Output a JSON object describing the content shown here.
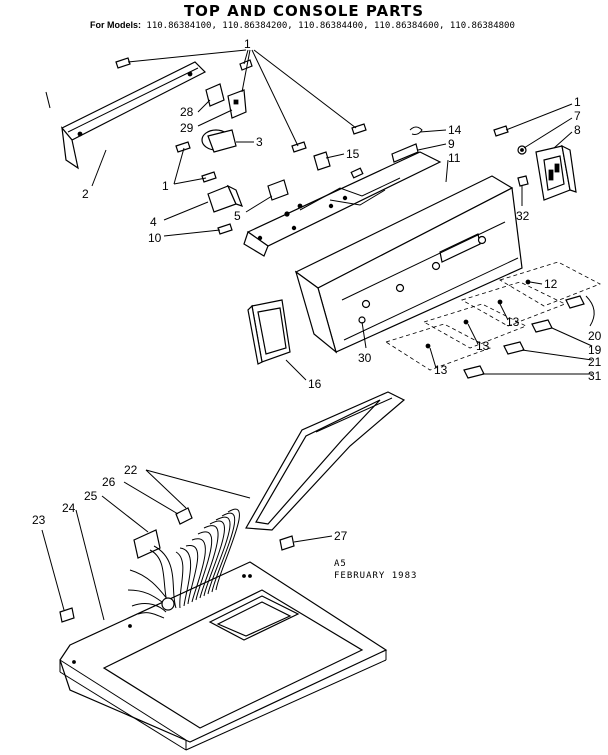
{
  "title": "TOP AND CONSOLE PARTS",
  "models_prefix": "For Models:",
  "models_list": "110.86384100, 110.86384200, 110.86384400, 110.86384600, 110.86384800",
  "stamp": {
    "code": "A5",
    "date": "FEBRUARY 1983"
  },
  "callouts": {
    "c1_top": "1",
    "c1_right": "1",
    "c1_left": "1",
    "c2": "2",
    "c3": "3",
    "c4": "4",
    "c5": "5",
    "c7": "7",
    "c8": "8",
    "c9": "9",
    "c10": "10",
    "c11": "11",
    "c12": "12",
    "c13a": "13",
    "c13b": "13",
    "c13c": "13",
    "c14": "14",
    "c15": "15",
    "c16": "16",
    "c19": "19",
    "c20": "20",
    "c21": "21",
    "c22": "22",
    "c23": "23",
    "c24": "24",
    "c25": "25",
    "c26": "26",
    "c27": "27",
    "c28": "28",
    "c29": "29",
    "c30": "30",
    "c31": "31",
    "c32": "32"
  }
}
